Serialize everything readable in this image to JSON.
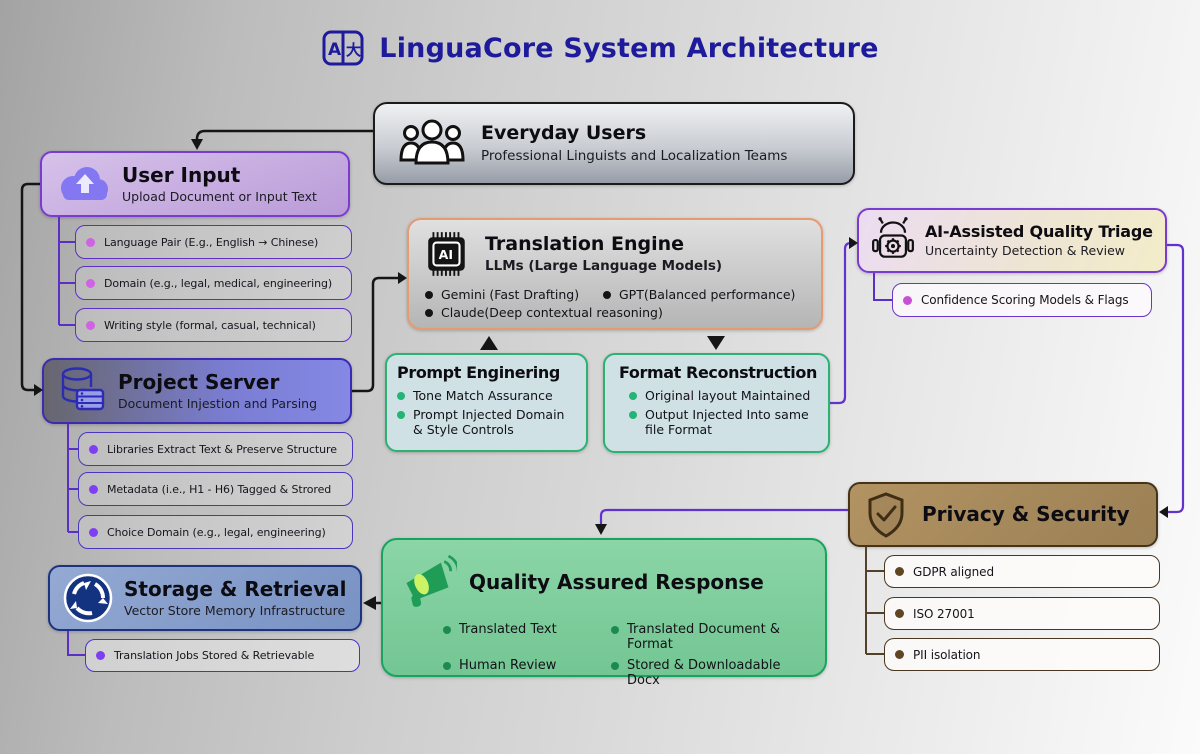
{
  "title": {
    "text": "LinguaCore System Architecture"
  },
  "users": {
    "title": "Everyday Users",
    "subtitle": "Professional Linguists and Localization Teams"
  },
  "user_input": {
    "title": "User Input",
    "subtitle": "Upload Document or Input Text",
    "items": [
      "Language Pair (E.g., English → Chinese)",
      "Domain (e.g., legal, medical, engineering)",
      "Writing style (formal, casual, technical)"
    ]
  },
  "project_server": {
    "title": "Project Server",
    "subtitle": "Document Injestion and Parsing",
    "items": [
      "Libraries Extract Text & Preserve Structure",
      "Metadata (i.e., H1 - H6) Tagged & Strored",
      "Choice Domain (e.g., legal, engineering)"
    ]
  },
  "storage": {
    "title": "Storage & Retrieval",
    "subtitle": "Vector Store Memory Infrastructure",
    "items": [
      "Translation Jobs Stored & Retrievable"
    ]
  },
  "translation_engine": {
    "title": "Translation Engine",
    "subtitle": "LLMs (Large Language Models)",
    "items": [
      "Gemini (Fast Drafting)",
      "GPT(Balanced performance)",
      "Claude(Deep contextual reasoning)"
    ]
  },
  "prompt_engineering": {
    "title": "Prompt Enginering",
    "items": [
      "Tone Match Assurance",
      "Prompt Injected Domain & Style Controls"
    ]
  },
  "format_reconstruction": {
    "title": "Format Reconstruction",
    "items": [
      "Original layout Maintained",
      "Output Injected Into same file Format"
    ]
  },
  "ai_triage": {
    "title": "AI-Assisted Quality Triage",
    "subtitle": "Uncertainty Detection & Review",
    "items": [
      "Confidence Scoring Models & Flags"
    ]
  },
  "privacy": {
    "title": "Privacy & Security",
    "items": [
      "GDPR aligned",
      "ISO 27001",
      "PII isolation"
    ]
  },
  "quality_response": {
    "title": "Quality Assured Response",
    "items": [
      "Translated Text",
      "Translated Document & Format",
      "Human Review",
      "Stored & Downloadable Docx"
    ]
  },
  "colors": {
    "title_blue": "#1d1a9b",
    "purple_border": "#7a3bd0",
    "purple_wire": "#6233cc",
    "orange_border": "#e59a70",
    "green_border": "#2bb273",
    "green_dark": "#1d8a50",
    "brown_border": "#46331a",
    "navy_border": "#1d3380",
    "magenta_dot": "#cf63e3",
    "violet_dot": "#7e3ff2",
    "black_wire": "#151515"
  }
}
